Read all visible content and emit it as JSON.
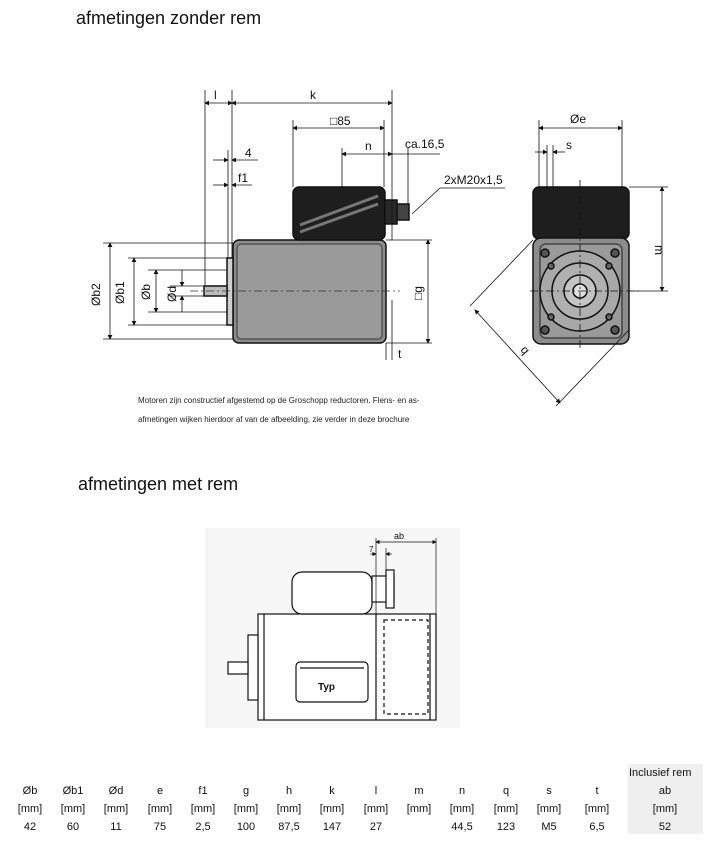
{
  "section1": {
    "title": "afmetingen zonder rem",
    "caption_line1": "Motoren zijn constructief afgestemd op de Groschopp reductoren. Flens- en as-",
    "caption_line2": "afmetingen wijken hierdoor af van de afbeelding, zie verder in deze brochure",
    "labels": {
      "l": "l",
      "k": "k",
      "sq85": "□85",
      "n": "n",
      "ca": "ca.16,5",
      "four": "4",
      "f1": "f1",
      "m20": "2xM20x1,5",
      "b2": "Øb2",
      "b1": "Øb1",
      "b": "Øb",
      "d": "Ød",
      "g": "□g",
      "t": "t",
      "e": "Øe",
      "s": "s",
      "m": "m",
      "q": "q"
    }
  },
  "section2": {
    "title": "afmetingen met rem",
    "labels": {
      "ab": "ab",
      "seven": "7",
      "typ": "Typ"
    }
  },
  "table": {
    "extra_header": "Inclusief rem",
    "columns": [
      "Øb",
      "Øb1",
      "Ød",
      "e",
      "f1",
      "g",
      "h",
      "k",
      "l",
      "m",
      "n",
      "q",
      "s",
      "t",
      "ab"
    ],
    "units": [
      "[mm]",
      "[mm]",
      "[mm]",
      "[mm]",
      "[mm]",
      "[mm]",
      "[mm]",
      "[mm]",
      "[mm]",
      "[mm]",
      "[mm]",
      "[mm]",
      "[mm]",
      "[mm]",
      "[mm]"
    ],
    "values": [
      "42",
      "60",
      "11",
      "75",
      "2,5",
      "100",
      "87,5",
      "147",
      "27",
      "",
      "44,5",
      "123",
      "M5",
      "6,5",
      "52"
    ]
  }
}
